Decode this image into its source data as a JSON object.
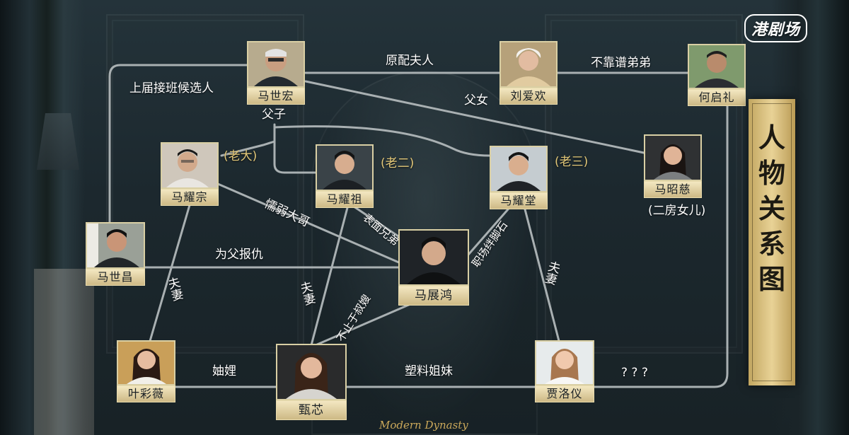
{
  "logo": "港剧场",
  "title": "人物关系图",
  "footer_brand": "Modern Dynasty",
  "characters": {
    "ma_sai_wang": "马世宏",
    "lau_oi_fun": "刘爱欢",
    "ho_kai_lai": "何启礼",
    "ma_yiu_chung": "马耀宗",
    "ma_yiu_cho": "马耀祖",
    "ma_yiu_tong": "马耀堂",
    "ma_chiu_chi": "马昭慈",
    "ma_sai_cheong": "马世昌",
    "ma_chin_hung": "马展鸿",
    "yip_choi_mei": "叶彩薇",
    "yan_sum": "甄芯",
    "ka_lok_yi": "贾洛仪"
  },
  "relations": {
    "yuanpei": "原配夫人",
    "bukao": "不靠谱弟弟",
    "shangjie": "上届接班候选人",
    "funv": "父女",
    "fuzi": "父子",
    "laoda": "(老大)",
    "laoer": "(老二)",
    "laosan": "(老三)",
    "erfang": "(二房女儿)",
    "nuoruo": "懦弱大哥",
    "biaomian": "表面兄弟",
    "zhiyan": "职场绊脚石",
    "weifu": "为父报仇",
    "fuqi_left": "夫妻",
    "fuqi_mid": "夫妻",
    "fuqi_right": "夫妻",
    "buzhi": "不止于叔嫂",
    "zhouli": "妯娌",
    "suliao": "塑料姐妹",
    "unknown": "? ? ?"
  },
  "colors": {
    "line": "#a9b0b2",
    "nameplate": "#e6d6a6",
    "accent_gold": "#e3c879"
  }
}
